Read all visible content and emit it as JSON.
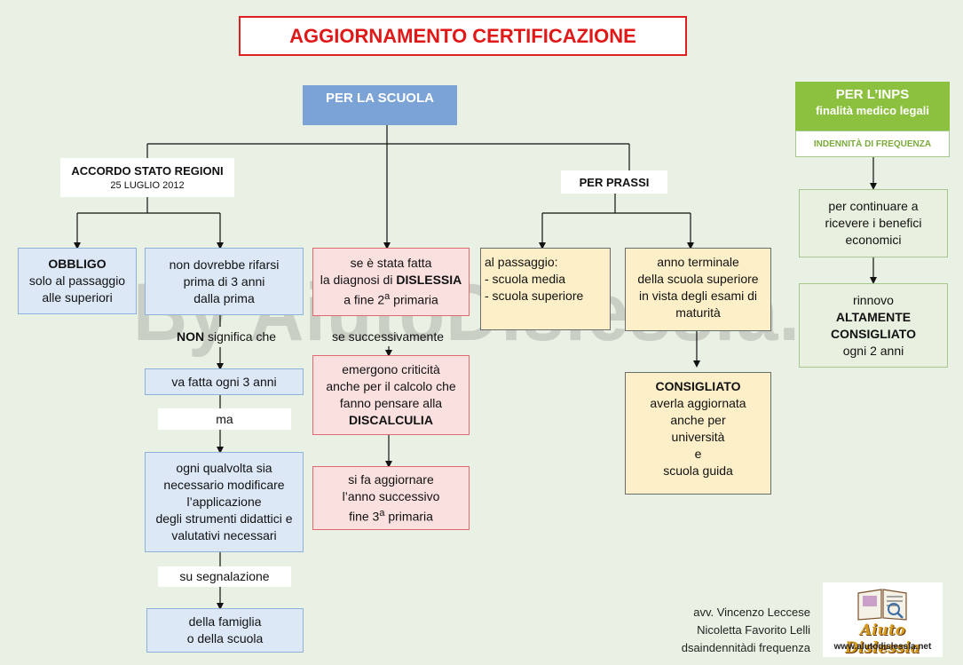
{
  "title": "AGGIORNAMENTO CERTIFICAZIONE",
  "watermark": "By AiutoDislessia.net",
  "scuola": {
    "header": "PER LA SCUOLA",
    "accordo": {
      "line1": "ACCORDO STATO REGIONI",
      "line2": "25 LUGLIO 2012"
    },
    "obbligo": {
      "bold": "OBBLIGO",
      "line2": "solo al passaggio",
      "line3": "alle superiori"
    },
    "rifarsi": {
      "line1": "non dovrebbe rifarsi",
      "line2": "prima di 3 anni",
      "line3": "dalla prima"
    },
    "non_significa": {
      "bold": "NON",
      "rest": " significa che"
    },
    "ogni3": "va fatta ogni 3 anni",
    "ma": "ma",
    "qualvolta": {
      "line1": "ogni qualvolta sia",
      "line2": "necessario modificare",
      "line3": "l’applicazione",
      "line4": "degli strumenti didattici e",
      "line5": "valutativi necessari"
    },
    "segnalazione": "su segnalazione",
    "famiglia": {
      "line1": "della famiglia",
      "line2": "o della scuola"
    },
    "dislessia": {
      "line1": "se è stata fatta",
      "line2_pre": "la diagnosi di ",
      "line2_bold": "DISLESSIA",
      "line3_pre": "a fine 2",
      "line3_sup": "a",
      "line3_post": "  primaria"
    },
    "successivamente": "se successivamente",
    "criticita": {
      "line1": "emergono criticità",
      "line2": "anche per il calcolo che",
      "line3": "fanno pensare alla",
      "bold": "DISCALCULIA"
    },
    "aggiornare": {
      "line1": "si fa aggiornare",
      "line2": "l’anno successivo",
      "line3_pre": "fine 3",
      "line3_sup": "a",
      "line3_post": " primaria"
    },
    "prassi": "PER PRASSI",
    "passaggio": {
      "line1": "al passaggio:",
      "line2": "- scuola media",
      "line3": "- scuola superiore"
    },
    "terminale": {
      "line1": "anno terminale",
      "line2": "della scuola superiore",
      "line3": "in vista degli esami di",
      "line4": "maturità"
    },
    "consigliato": {
      "bold": "CONSIGLIATO",
      "line2": "averla aggiornata",
      "line3": "anche per",
      "line4": "università",
      "line5": "e",
      "line6": "scuola guida"
    }
  },
  "inps": {
    "header": "PER L’INPS",
    "subheader": "finalità medico legali",
    "indennita": "INDENNITÀ DI FREQUENZA",
    "continuare": {
      "line1": "per continuare a",
      "line2": "ricevere i benefici",
      "line3": "economici"
    },
    "rinnovo": {
      "line1": "rinnovo",
      "bold1": "ALTAMENTE",
      "bold2": "CONSIGLIATO",
      "line4": "ogni 2 anni"
    }
  },
  "credits": {
    "line1": "avv. Vincenzo Leccese",
    "line2": "Nicoletta Favorito Lelli",
    "line3": "dsaindennitàdi frequenza"
  },
  "logo": {
    "brand": "Aiuto Dislessia",
    "url": "www.aiutodislessia.net"
  },
  "colors": {
    "title_red": "#e01818",
    "scuola_blue": "#7ba3d6",
    "inps_green": "#8cc13f",
    "box_blue": "#dde8f7",
    "box_red": "#fbe0e0",
    "box_yellow": "#fdf0c8"
  }
}
